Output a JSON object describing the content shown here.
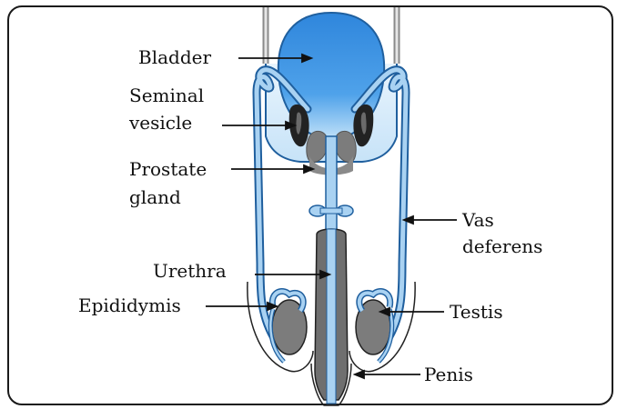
{
  "labels": {
    "bladder": "Bladder",
    "seminal_vesicle_line1": "Seminal",
    "seminal_vesicle_line2": "vesicle",
    "prostate_line1": "Prostate",
    "prostate_line2": "gland",
    "vas_line1": "Vas",
    "vas_line2": "deferens",
    "urethra": "Urethra",
    "epididymis": "Epididymis",
    "testis": "Testis",
    "penis": "Penis"
  },
  "colors": {
    "bladder_blue": "#3a8ee0",
    "tube_blue": "#9ccaf0",
    "tube_outline": "#1f5f9e",
    "gland_gray": "#7c7c7c",
    "dark": "#222222"
  }
}
